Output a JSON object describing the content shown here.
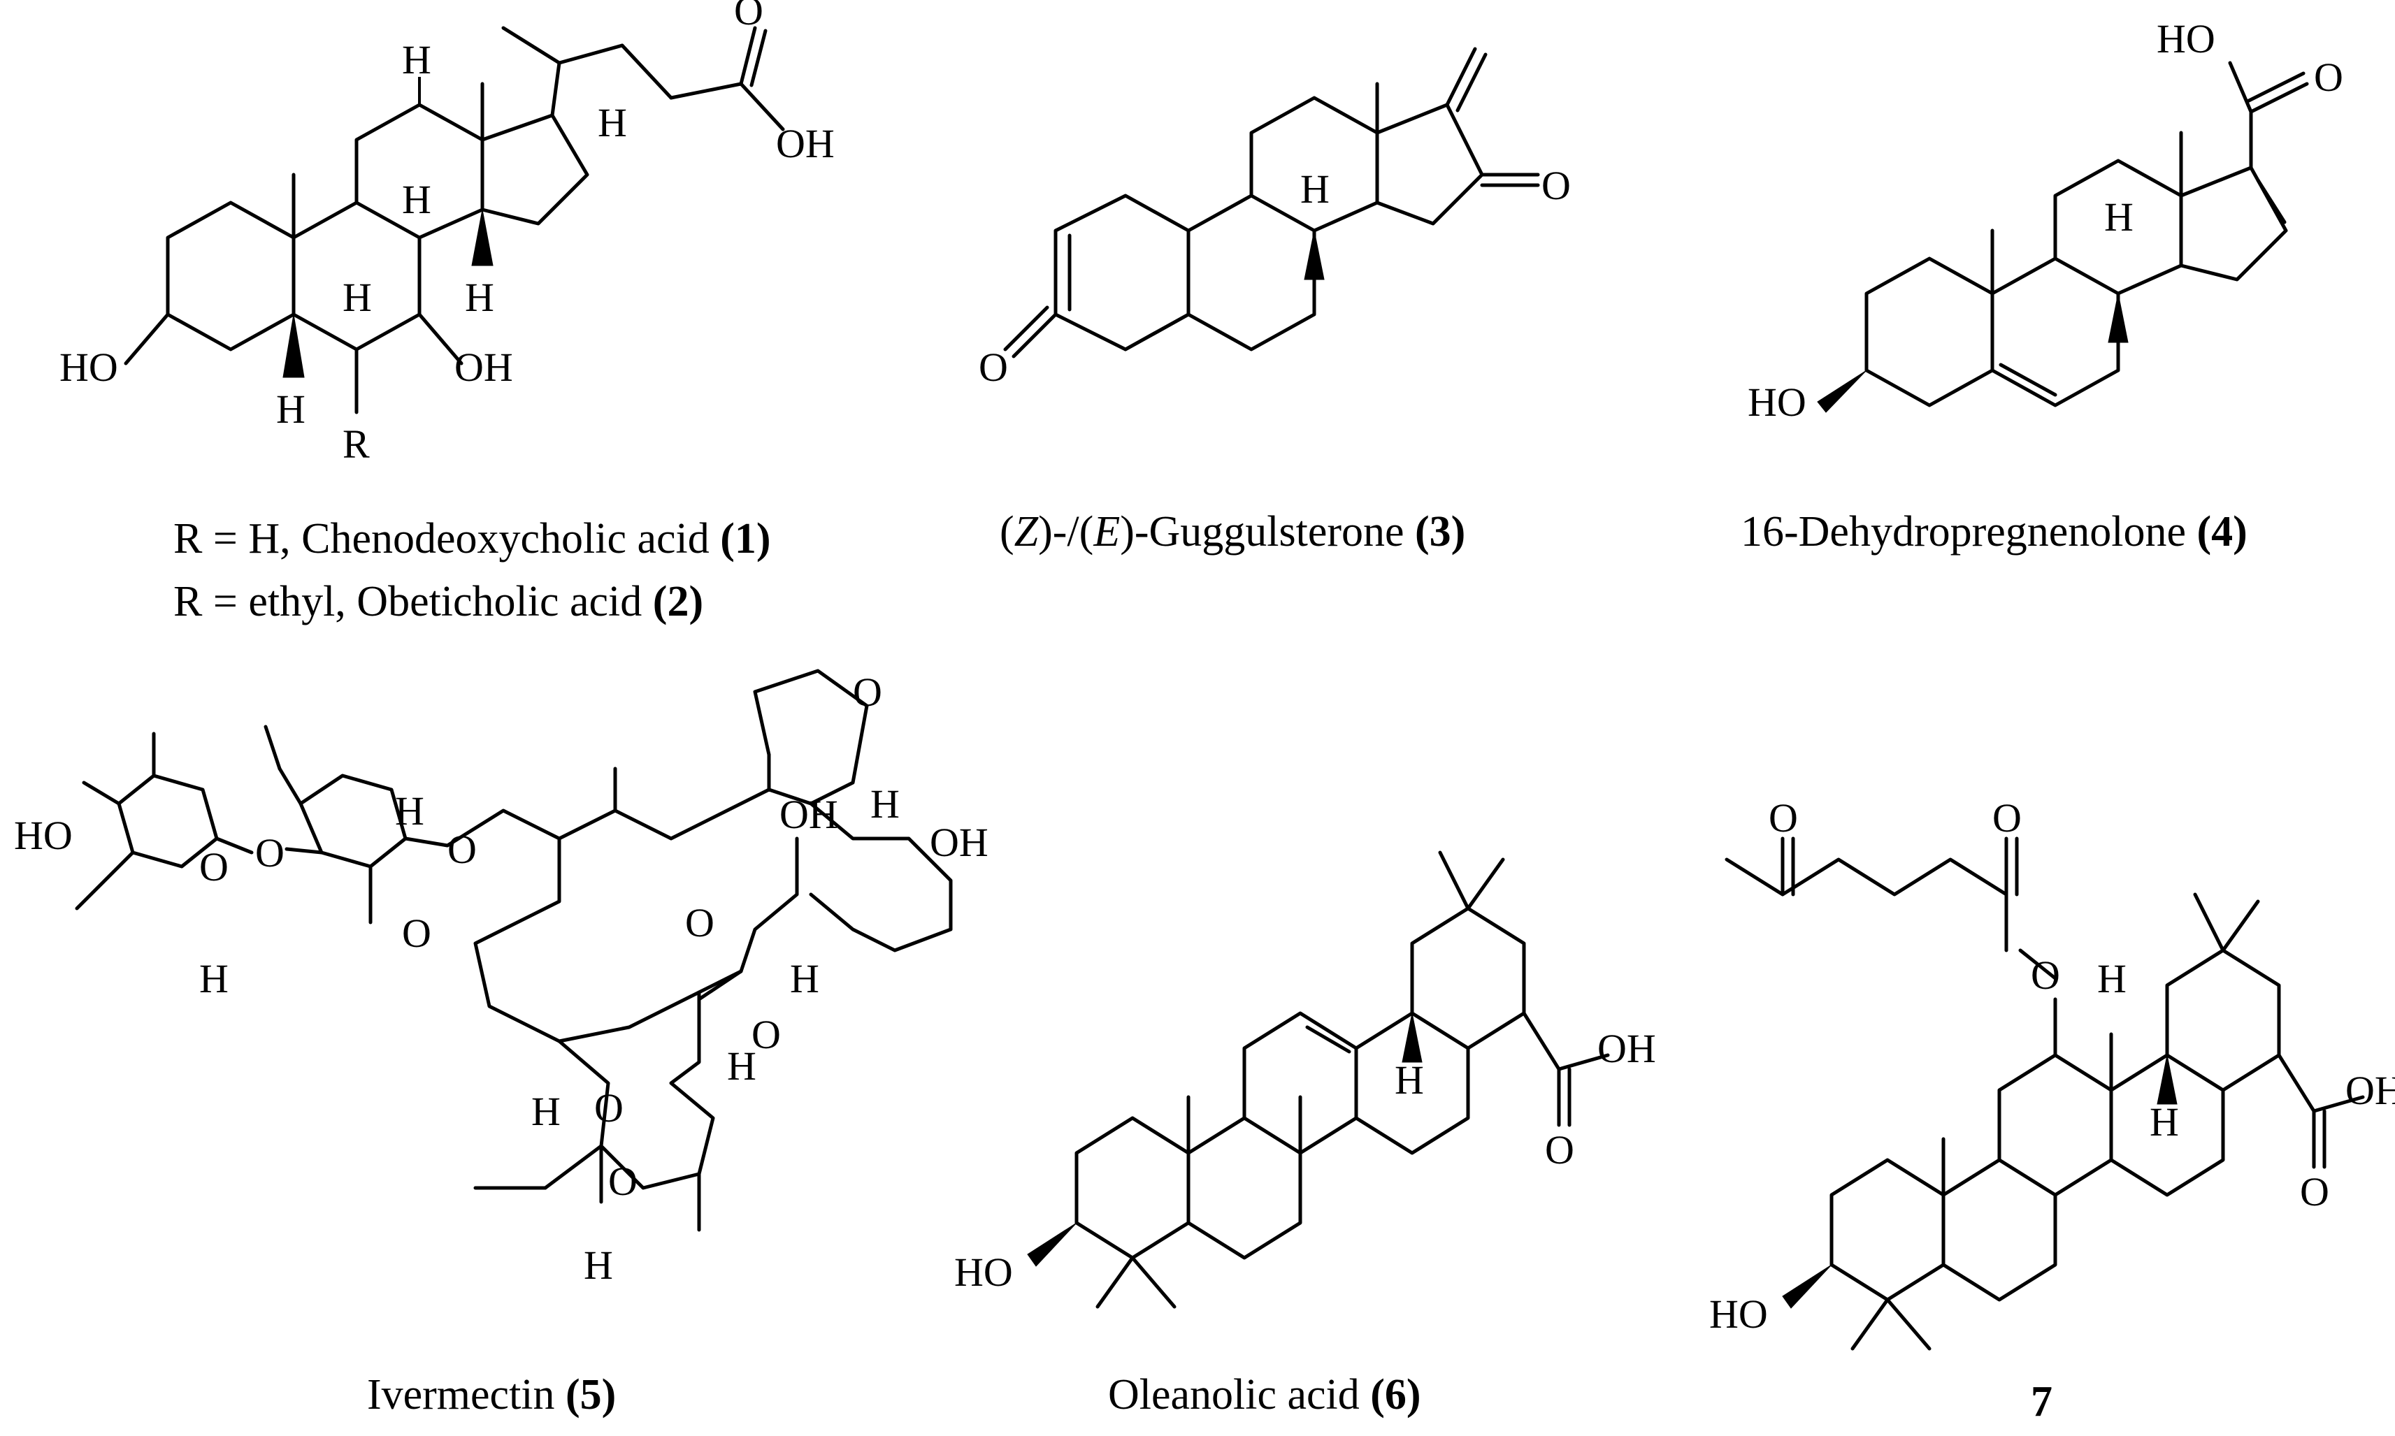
{
  "compounds": [
    {
      "id": "1-2",
      "caption_line1": {
        "text": "R = H, Chenodeoxycholic acid ",
        "number": "(1)"
      },
      "caption_line2": {
        "text": "R = ethyl, Obeticholic acid ",
        "number": "(2)"
      },
      "atom_labels": {
        "ho": "HO",
        "oh": "OH",
        "o": "O",
        "h": "H",
        "r": "R",
        "acid_oh": "OH"
      }
    },
    {
      "id": "3",
      "caption": {
        "z": "Z",
        "e": "E",
        "name": "-Guggulsterone ",
        "number": "(3)"
      },
      "atom_labels": {
        "o": "O",
        "h": "H"
      }
    },
    {
      "id": "4",
      "caption": {
        "text": "16-Dehydropregnenolone ",
        "number": "(4)"
      },
      "atom_labels": {
        "ho": "HO",
        "o": "O",
        "h": "H",
        "acid_ho": "HO"
      }
    },
    {
      "id": "5",
      "caption": {
        "text": "Ivermectin ",
        "number": "(5)"
      },
      "atom_labels": {
        "ho": "HO",
        "oh": "OH",
        "o": "O",
        "h": "H"
      }
    },
    {
      "id": "6",
      "caption": {
        "text": "Oleanolic acid ",
        "number": "(6)"
      },
      "atom_labels": {
        "ho": "HO",
        "oh": "OH",
        "o": "O",
        "h": "H"
      }
    },
    {
      "id": "7",
      "caption": {
        "number": "7"
      },
      "atom_labels": {
        "ho": "HO",
        "oh": "OH",
        "o": "O",
        "h": "H"
      }
    }
  ]
}
